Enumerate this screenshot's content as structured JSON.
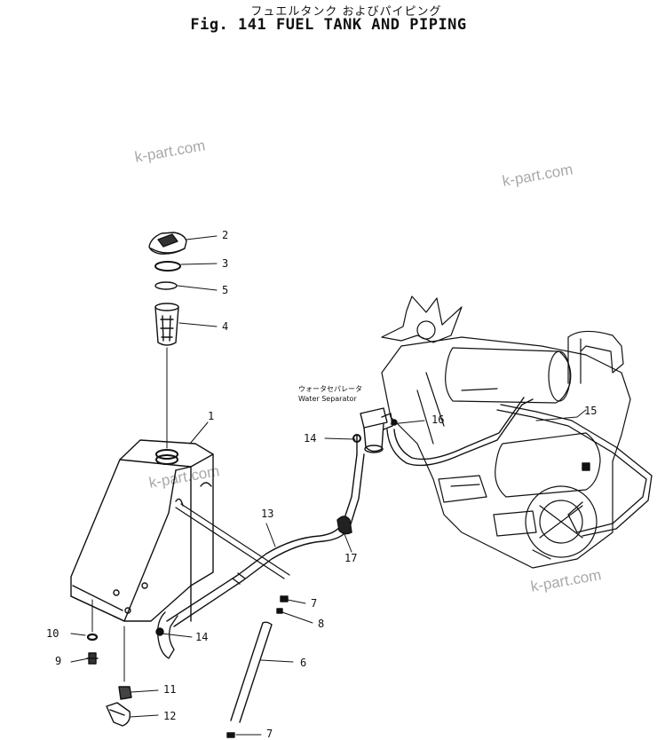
{
  "title": {
    "japanese": "フュエルタンク およびパイピング",
    "english": "Fig. 141 FUEL TANK AND PIPING"
  },
  "watermark": "k-part.com",
  "water_separator": {
    "label_jp": "ウォータセパレータ",
    "label_en": "Water Separator"
  },
  "callouts": [
    {
      "id": "c1",
      "text": "1"
    },
    {
      "id": "c2",
      "text": "2"
    },
    {
      "id": "c3",
      "text": "3"
    },
    {
      "id": "c5",
      "text": "5"
    },
    {
      "id": "c4",
      "text": "4"
    },
    {
      "id": "c16",
      "text": "16"
    },
    {
      "id": "c14a",
      "text": "14"
    },
    {
      "id": "c15",
      "text": "15"
    },
    {
      "id": "c13",
      "text": "13"
    },
    {
      "id": "c17",
      "text": "17"
    },
    {
      "id": "c7a",
      "text": "7"
    },
    {
      "id": "c8",
      "text": "8"
    },
    {
      "id": "c10",
      "text": "10"
    },
    {
      "id": "c14b",
      "text": "14"
    },
    {
      "id": "c9",
      "text": "9"
    },
    {
      "id": "c6",
      "text": "6"
    },
    {
      "id": "c11",
      "text": "11"
    },
    {
      "id": "c12",
      "text": "12"
    },
    {
      "id": "c7b",
      "text": "7"
    }
  ]
}
